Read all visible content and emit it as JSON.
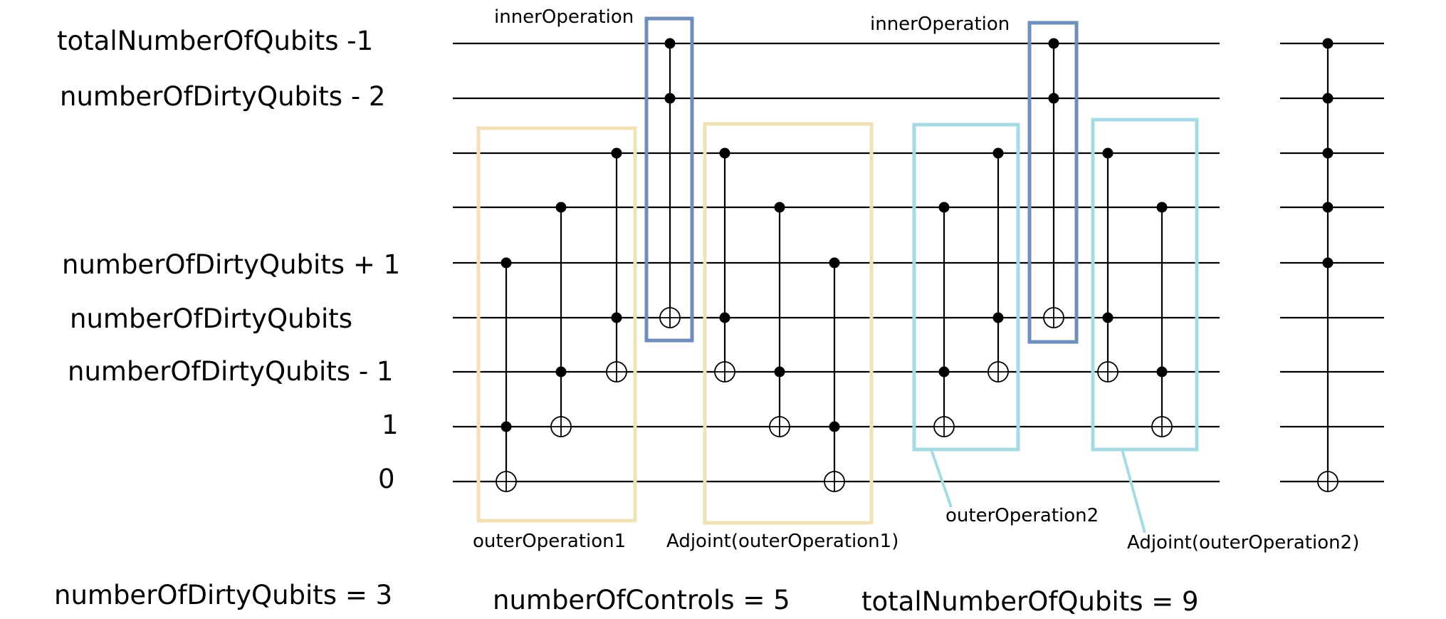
{
  "row_labels": [
    "totalNumberOfQubits  -1",
    "numberOfDirtyQubits - 2",
    "",
    "",
    "numberOfDirtyQubits + 1",
    "numberOfDirtyQubits",
    "numberOfDirtyQubits - 1",
    "1",
    "0"
  ],
  "box_labels": {
    "inner1": "innerOperation",
    "inner2": "innerOperation",
    "outer1": "outerOperation1",
    "adj1": "Adjoint(outerOperation1)",
    "outer2": "outerOperation2",
    "adj2": "Adjoint(outerOperation2)"
  },
  "footer": {
    "dirty": "numberOfDirtyQubits = 3",
    "controls": "numberOfControls = 5",
    "total": "totalNumberOfQubits = 9"
  },
  "colors": {
    "outer1": "#f0e2b6",
    "inner": "#6e8fbb",
    "outer2": "#a6dbe6",
    "line": "#000000"
  },
  "gates": [
    {
      "column": 1,
      "controls": [
        4,
        7
      ],
      "target": 8
    },
    {
      "column": 2,
      "controls": [
        3,
        6
      ],
      "target": 7
    },
    {
      "column": 3,
      "controls": [
        2,
        5
      ],
      "target": 6
    },
    {
      "column": 4,
      "controls": [
        0,
        1
      ],
      "target": 5
    },
    {
      "column": 5,
      "controls": [
        2,
        5
      ],
      "target": 6
    },
    {
      "column": 6,
      "controls": [
        3,
        6
      ],
      "target": 7
    },
    {
      "column": 7,
      "controls": [
        4,
        7
      ],
      "target": 8
    },
    {
      "column": 8,
      "controls": [
        3,
        6
      ],
      "target": 7
    },
    {
      "column": 9,
      "controls": [
        2,
        5
      ],
      "target": 6
    },
    {
      "column": 10,
      "controls": [
        0,
        1
      ],
      "target": 5
    },
    {
      "column": 11,
      "controls": [
        2,
        5
      ],
      "target": 6
    },
    {
      "column": 12,
      "controls": [
        3,
        6
      ],
      "target": 7
    },
    {
      "column": 13,
      "controls": [
        0,
        1,
        2,
        3,
        4
      ],
      "target": 8
    }
  ]
}
